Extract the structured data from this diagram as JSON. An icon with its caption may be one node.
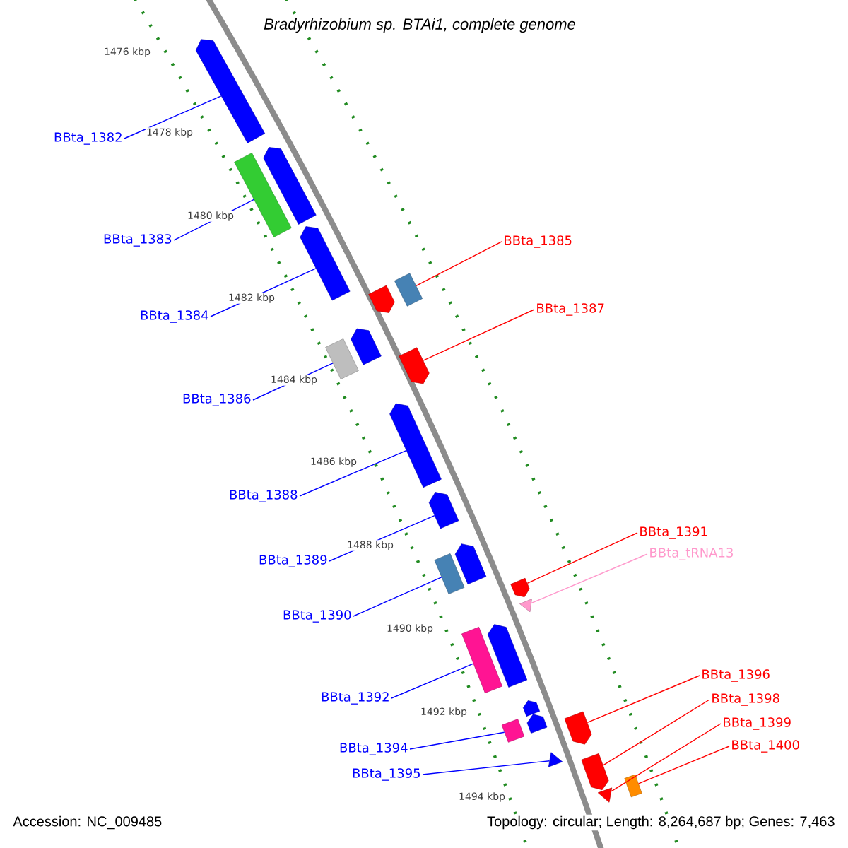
{
  "diagram": {
    "title": "Bradyrhizobium sp. BTAi1, complete genome",
    "nodes": [
      {
        "text": [
          "BBta_1382"
        ]
      },
      {
        "text": [
          "BBta_1383"
        ]
      },
      {
        "text": [
          "BBta_1385"
        ]
      },
      {
        "text": [
          "BBta_1387"
        ]
      },
      {
        "text": [
          "BBta_1384"
        ]
      },
      {
        "text": [
          "BBta_1386"
        ]
      },
      {
        "text": [
          "BBta_1388"
        ]
      },
      {
        "text": [
          "BBta_1391"
        ]
      },
      {
        "text": [
          "BBta_tRNA13"
        ]
      },
      {
        "text": [
          "BBta_1389"
        ]
      },
      {
        "text": [
          "BBta_1390"
        ]
      },
      {
        "text": [
          "BBta_1396"
        ]
      },
      {
        "text": [
          "BBta_1392"
        ]
      },
      {
        "text": [
          "BBta_1398"
        ]
      },
      {
        "text": [
          "BBta_1399"
        ]
      },
      {
        "text": [
          "BBta_1400"
        ]
      },
      {
        "text": [
          "BBta_1394"
        ]
      },
      {
        "text": [
          "BBta_1395"
        ]
      },
      {
        "text": [],
        "shape": "pentagon"
      },
      {
        "text": [],
        "shape": "box"
      },
      {
        "text": [],
        "shape": "pentagon"
      },
      {
        "text": [],
        "shape": "pentagon"
      },
      {
        "text": [],
        "shape": "pentagon"
      },
      {
        "text": [],
        "shape": "box"
      },
      {
        "text": [],
        "shape": "box"
      },
      {
        "text": [],
        "shape": "pentagon"
      },
      {
        "text": [],
        "shape": "pentagon"
      },
      {
        "text": [],
        "shape": "pentagon"
      },
      {
        "text": [],
        "shape": "pentagon"
      },
      {
        "text": [],
        "shape": "box"
      },
      {
        "text": [],
        "shape": "pentagon"
      },
      {
        "text": [],
        "shape": "pentagon"
      },
      {
        "text": [],
        "shape": "triangle"
      },
      {
        "text": [],
        "shape": "box"
      },
      {
        "text": [],
        "shape": "pentagon"
      },
      {
        "text": [],
        "shape": "pentagon"
      },
      {
        "text": [],
        "shape": "pentagon"
      },
      {
        "text": [],
        "shape": "box"
      },
      {
        "text": [],
        "shape": "pentagon"
      },
      {
        "text": [],
        "shape": "triangle"
      },
      {
        "text": [],
        "shape": "pentagon"
      },
      {
        "text": [],
        "shape": "triangle"
      },
      {
        "text": [],
        "shape": "box"
      }
    ],
    "edges": [
      {
        "from": 0,
        "to": 18,
        "arrow": "none"
      },
      {
        "from": 1,
        "to": 19,
        "arrow": "none"
      },
      {
        "from": 2,
        "to": 23,
        "arrow": "none",
        "color": "#ff0000"
      },
      {
        "from": 3,
        "to": 26,
        "arrow": "none",
        "color": "#ff0000"
      },
      {
        "from": 4,
        "to": 21,
        "arrow": "none"
      },
      {
        "from": 5,
        "to": 24,
        "arrow": "none"
      },
      {
        "from": 6,
        "to": 27,
        "arrow": "none"
      },
      {
        "from": 7,
        "to": 31,
        "arrow": "none",
        "color": "#ff0000"
      },
      {
        "from": 8,
        "to": 32,
        "arrow": "none",
        "color": "#ff99cc"
      },
      {
        "from": 9,
        "to": 28,
        "arrow": "none"
      },
      {
        "from": 10,
        "to": 29,
        "arrow": "none"
      },
      {
        "from": 11,
        "to": 38,
        "arrow": "none",
        "color": "#ff0000"
      },
      {
        "from": 12,
        "to": 33,
        "arrow": "none"
      },
      {
        "from": 13,
        "to": 40,
        "arrow": "none",
        "color": "#ff0000"
      },
      {
        "from": 14,
        "to": 41,
        "arrow": "none",
        "color": "#ff0000"
      },
      {
        "from": 15,
        "to": 42,
        "arrow": "none",
        "color": "#ff0000"
      },
      {
        "from": 16,
        "to": 37,
        "arrow": "none"
      },
      {
        "from": 17,
        "to": 39,
        "arrow": "none"
      }
    ],
    "labels": [
      "1476 kbp",
      "1478 kbp",
      "1480 kbp",
      "1482 kbp",
      "1484 kbp",
      "1486 kbp",
      "1488 kbp",
      "1490 kbp",
      "1492 kbp",
      "1494 kbp",
      "Accession: NC_009485",
      "Topology: circular; Length: 8,264,687 bp; Genes: 7,463"
    ]
  }
}
